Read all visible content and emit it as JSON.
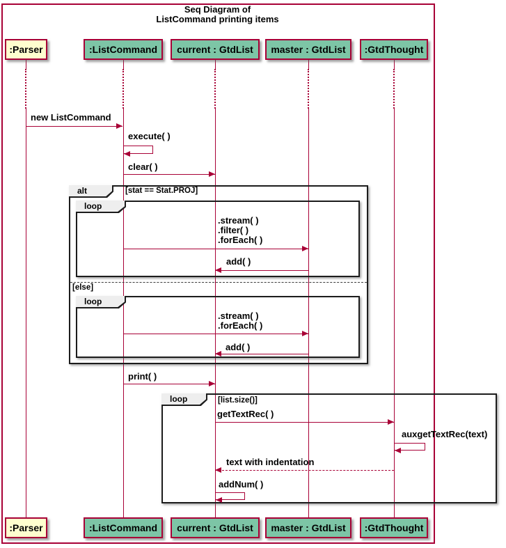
{
  "title": {
    "line1": "Seq Diagram of",
    "line2": "ListCommand printing items"
  },
  "participants": [
    {
      "label": ":Parser"
    },
    {
      "label": ":ListCommand"
    },
    {
      "label": "current : GtdList"
    },
    {
      "label": "master : GtdList"
    },
    {
      "label": ":GtdThought"
    }
  ],
  "messages": {
    "new_listcommand": "new ListCommand",
    "execute": "execute( )",
    "clear": "clear( )",
    "stream_filter_foreach": [
      ".stream( )",
      ".filter( )",
      ".forEach( )"
    ],
    "add1": "add( )",
    "stream_foreach": [
      ".stream( )",
      ".forEach( )"
    ],
    "add2": "add( )",
    "print": "print( )",
    "gettextrec": "getTextRec( )",
    "auxgettextrec": "auxgetTextRec(text)",
    "text_with_indentation": "text with indentation",
    "addnum": "addNum( )"
  },
  "fragments": {
    "alt": {
      "label": "alt",
      "guard": "[stat == Stat.PROJ]",
      "else_label": "[else]"
    },
    "loop1": {
      "label": "loop"
    },
    "loop2": {
      "label": "loop"
    },
    "loop3": {
      "label": "loop",
      "guard": "[list.size()]"
    }
  },
  "colors": {
    "line_maroon": "#A80036",
    "participant_teal": "#7DC5A6",
    "participant_cream": "#FEFECE",
    "fragment_border": "#1C1C1C",
    "fragment_tab_bg": "#EEEEEE"
  }
}
